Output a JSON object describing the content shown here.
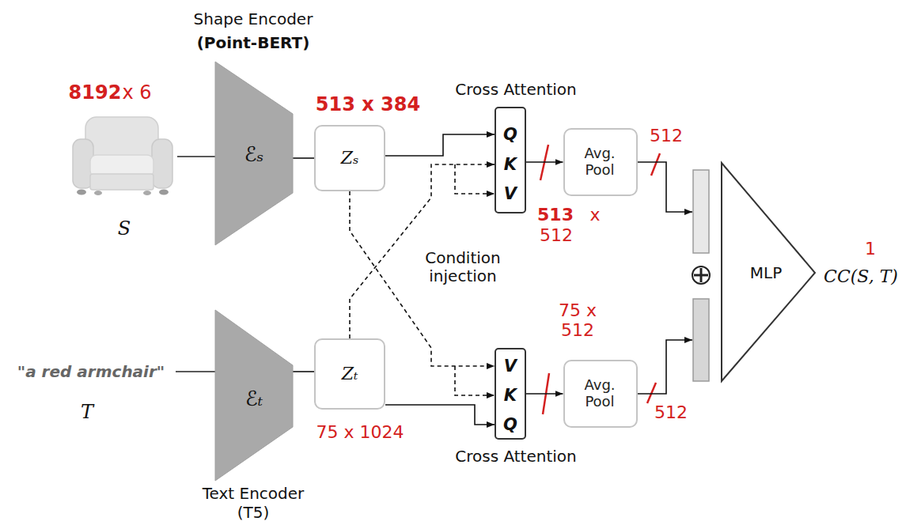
{
  "diagram": {
    "nodes": [
      {
        "text": [
          "Shape Encoder",
          "(Point-BERT)",
          "ℰₛ"
        ]
      },
      {
        "text": [
          "Zₛ"
        ]
      },
      {
        "text": [
          "Cross Attention",
          "Q",
          "K",
          "V"
        ]
      },
      {
        "text": [
          "Avg. Pool"
        ]
      },
      {
        "text": [
          "MLP"
        ]
      },
      {
        "text": [
          "ℰₜ",
          "Text Encoder",
          "(T5)"
        ]
      },
      {
        "text": [
          "Zₜ"
        ]
      },
      {
        "text": [
          "V",
          "K",
          "Q",
          "Cross Attention"
        ]
      },
      {
        "text": [
          "Avg. Pool"
        ]
      }
    ],
    "edges": [
      {
        "from": 0,
        "to": 1,
        "arrow": "none"
      },
      {
        "from": 1,
        "to": 2,
        "arrow": "to"
      },
      {
        "from": 6,
        "to": 2,
        "arrow": "to"
      },
      {
        "from": 2,
        "to": 3,
        "arrow": "to"
      },
      {
        "from": 3,
        "to": 4,
        "arrow": "to"
      },
      {
        "from": 5,
        "to": 6,
        "arrow": "none"
      },
      {
        "from": 1,
        "to": 7,
        "arrow": "to"
      },
      {
        "from": 6,
        "to": 7,
        "arrow": "to"
      },
      {
        "from": 7,
        "to": 8,
        "arrow": "to"
      },
      {
        "from": 8,
        "to": 4,
        "arrow": "to"
      }
    ],
    "labels": [
      "8192",
      "x 6",
      "S",
      "513 x 384",
      "513",
      "x",
      "512",
      "512",
      "Condition injection",
      "1",
      "CC(S, T)",
      "\"a red armchair\"",
      "T",
      "75 x 1024",
      "75 x 512",
      "512"
    ]
  }
}
